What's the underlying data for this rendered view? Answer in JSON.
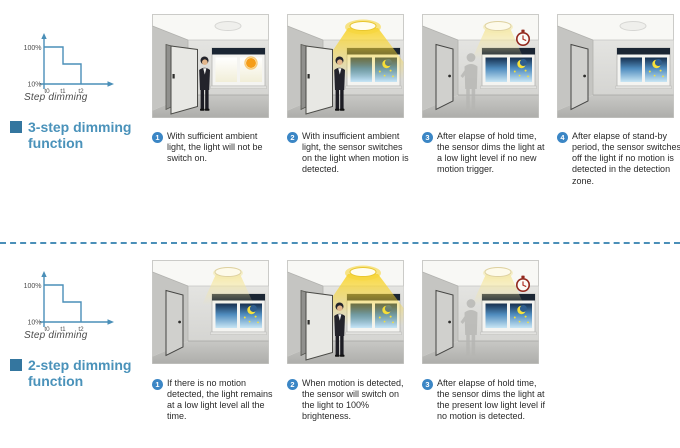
{
  "colors": {
    "accent_blue": "#4a92ba",
    "badge_blue": "#3b86c5",
    "divider_blue": "#4a8fb8",
    "beam_yellow": "#f8d42e",
    "clock_red": "#93291e"
  },
  "sections": [
    {
      "heading": "3-step dimming function",
      "graph": {
        "y_max_label": "100%",
        "y_min_label": "10%",
        "t_labels": [
          "t0",
          "t1",
          "t2"
        ],
        "caption": "Step dimming"
      },
      "panels": [
        {
          "scene": "daylight-room-person-entering-light-off"
        },
        {
          "scene": "night-room-person-entering-light-on-100"
        },
        {
          "scene": "night-room-hold-time-elapsed-light-dimmed"
        },
        {
          "scene": "night-room-empty-light-off"
        }
      ],
      "steps": [
        {
          "num": "1",
          "text": "With sufficient ambient light, the light will not be switch on."
        },
        {
          "num": "2",
          "text": "With insufficient ambient light, the sensor switches on the light when motion is detected."
        },
        {
          "num": "3",
          "text": "After elapse of hold time, the sensor dims the light at a low light level if no new motion trigger."
        },
        {
          "num": "4",
          "text": "After elapse of stand-by period, the sensor switches off the light if no motion is detected in the detection zone."
        }
      ]
    },
    {
      "heading": "2-step dimming function",
      "graph": {
        "y_max_label": "100%",
        "y_min_label": "10%",
        "t_labels": [
          "t0",
          "t1",
          "t2"
        ],
        "caption": "Step dimming"
      },
      "panels": [
        {
          "scene": "night-room-no-motion-light-low"
        },
        {
          "scene": "night-room-person-entering-light-on-100"
        },
        {
          "scene": "night-room-hold-time-elapsed-light-dimmed"
        }
      ],
      "steps": [
        {
          "num": "1",
          "text": "If there is no motion detected, the light remains at a low light level all the time."
        },
        {
          "num": "2",
          "text": "When motion is detected, the sensor will switch on the light to 100% brighteness."
        },
        {
          "num": "3",
          "text": "After elapse of hold time, the sensor dims the light at the present low light level if no motion is detected."
        }
      ]
    }
  ]
}
